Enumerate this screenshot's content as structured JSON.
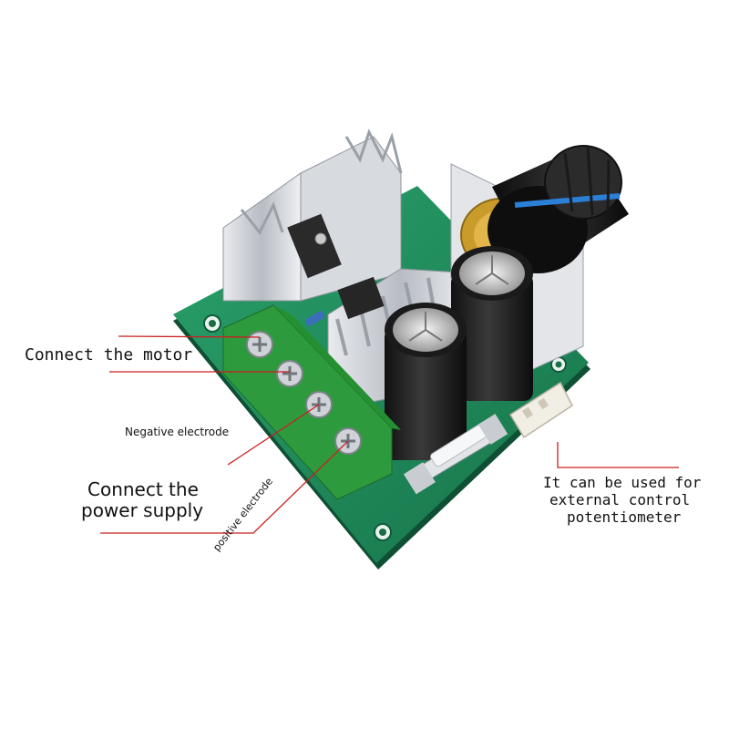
{
  "labels": {
    "motor": "Connect the motor",
    "negative": "Negative electrode",
    "power_line1": "Connect the",
    "power_line2": "power supply",
    "positive": "positive electrode",
    "external_line1": "It can be used for",
    "external_line2": "external control",
    "external_line3": "potentiometer"
  },
  "colors": {
    "pcb": "#1f8a5a",
    "terminal": "#2e9a3e",
    "leader_line": "#cc1f1f",
    "heatsink": "#c9ccd1",
    "knob": "#1a1a1a",
    "knob_stripe": "#2a7fd6"
  }
}
